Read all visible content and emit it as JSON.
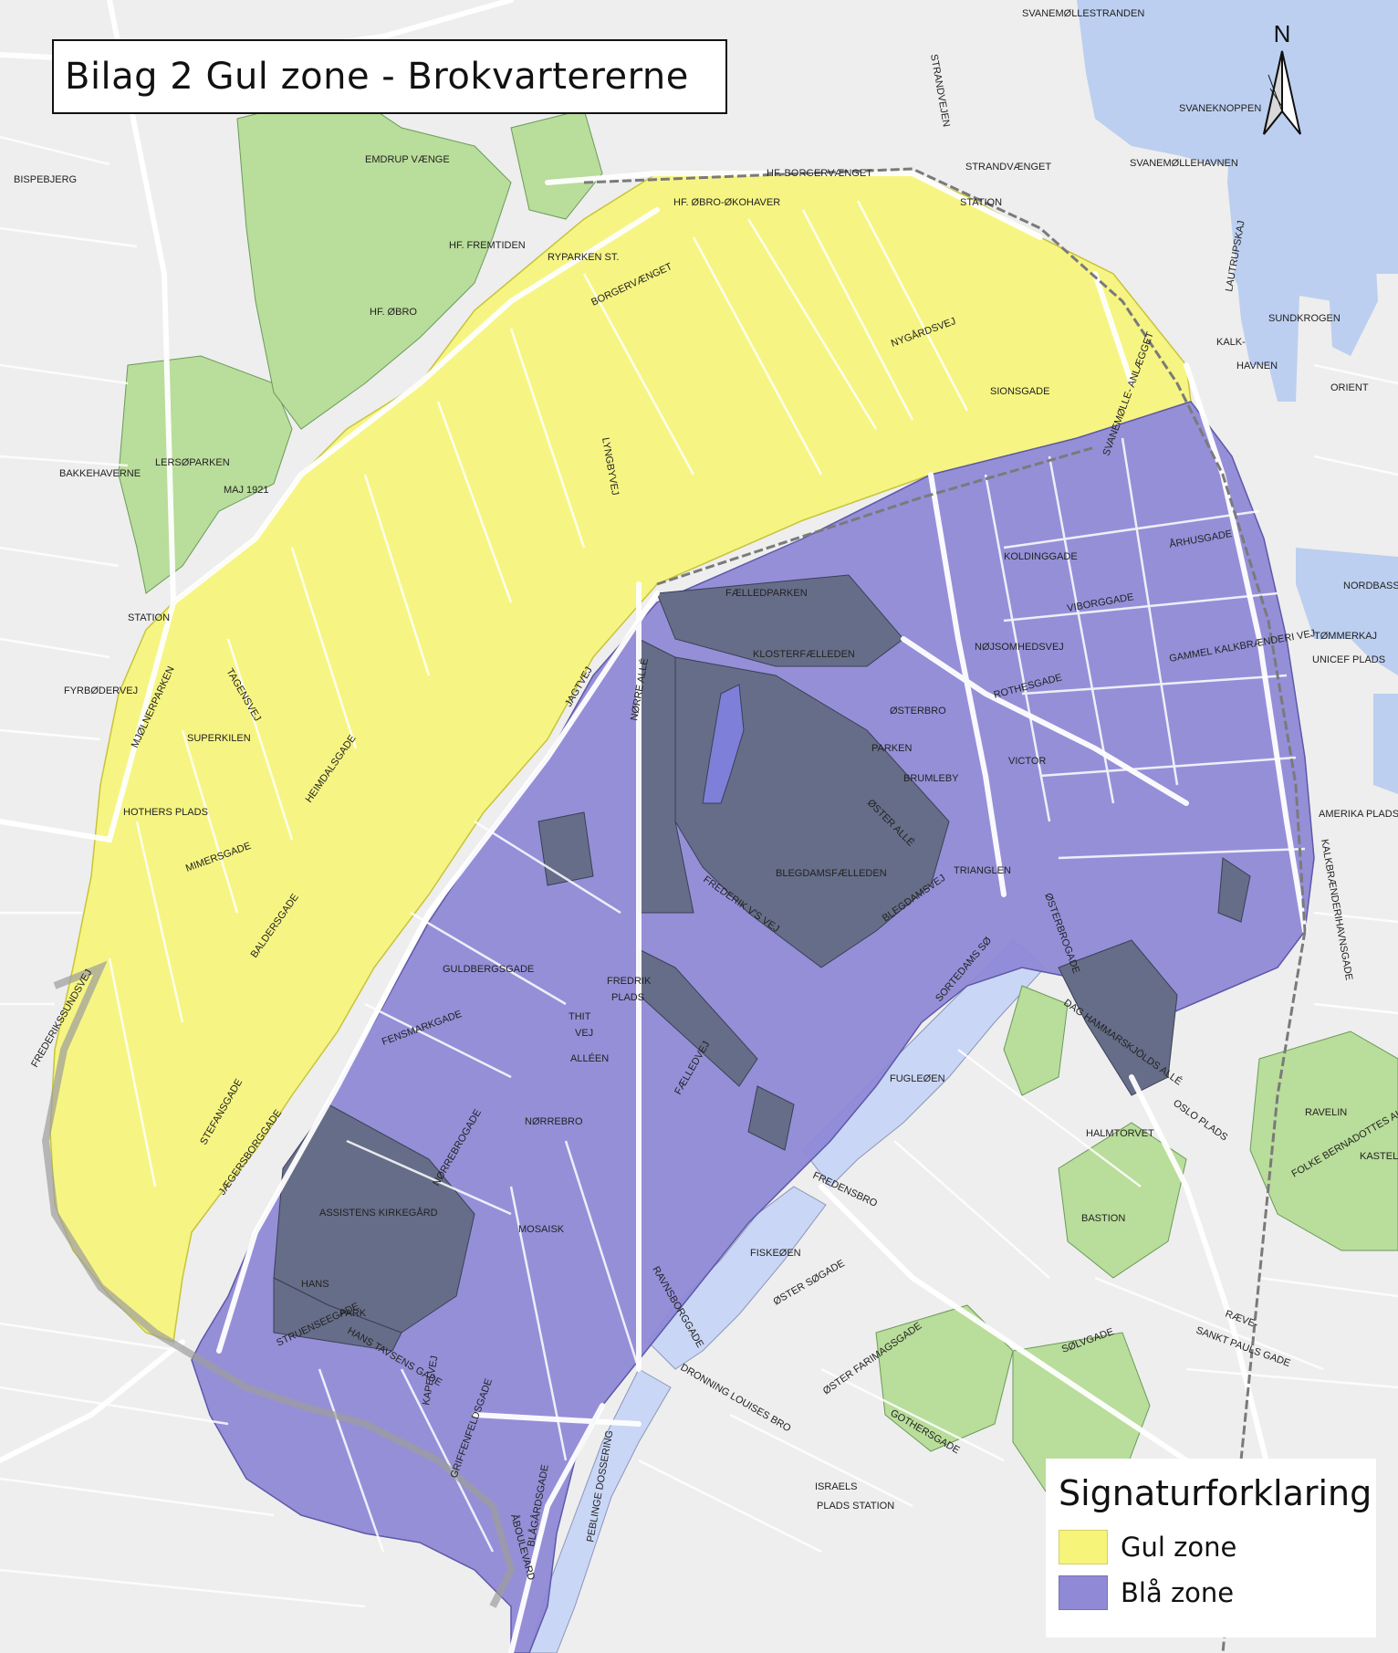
{
  "title": "Bilag 2 Gul zone - Brokvartererne",
  "north_label": "N",
  "colors": {
    "yellow_zone": "#f6f57a",
    "blue_zone": "#8f89d6",
    "green_space": "#b9dd9a",
    "water": "#bccff0",
    "road": "#ffffff",
    "block": "#666d88"
  },
  "legend": {
    "title": "Signaturforklaring",
    "items": [
      {
        "label": "Gul zone",
        "color": "#f6f57a"
      },
      {
        "label": "Blå zone",
        "color": "#8f89d6"
      }
    ]
  },
  "places": [
    "LERSØPARKEN",
    "MAJ 1921",
    "BAKKEHAVERNE",
    "BISPEBJERG",
    "EMDRUP VÆNGE",
    "HF. ØBRO-ØKOHAVER",
    "HF. ØBRO",
    "HF. FREMTIDEN",
    "HF. BORGERVÆNGET",
    "SVANEMØLLEHAVNEN",
    "SVANEKNOPPEN",
    "SUNDKROGEN",
    "KALK-",
    "HAVNEN",
    "SUPERKILEN",
    "FÆLLEDPARKEN",
    "KLOSTERFÆLLEDEN",
    "BLEGDAMSFÆLLEDEN",
    "ØSTERBRO",
    "PARKEN",
    "BRUMLEBY",
    "TRIANGLEN",
    "VICTOR",
    "ASSISTENS KIRKEGÅRD",
    "HANS",
    "PARK",
    "FUGLEØEN",
    "FISKEØEN",
    "BASTION",
    "KASTEL",
    "RAVELIN",
    "NØRREBRO",
    "MOSAISK",
    "THIT",
    "VEJ",
    "ALLÉEN",
    "FREDRIK",
    "PLADS",
    "SORTEDAMS SØ",
    "HOTHERS PLADS",
    "STATION",
    "AMERIKA PLADS",
    "NORDBASS",
    "TØMMERKAJ",
    "UNICEF PLADS",
    "ORIENT"
  ],
  "streets": [
    "TAGENSVEJ",
    "NØRRE ALLÉ",
    "JAGTVEJ",
    "ØSTER ALLÉ",
    "STRANDVEJEN",
    "LYNGBYVEJ",
    "NØRREBROGADE",
    "ÅBOULEVARD",
    "ØSTERBROGADE",
    "DAG HAMMARSKJÖLDS ALLÉ",
    "OSLO PLADS",
    "BORGERVÆNGET",
    "RYPARKEN ST.",
    "SIONSGADE",
    "NYGÅRDSVEJ",
    "FREDERIK V'S VEJ",
    "BLEGDAMSVEJ",
    "FÆLLEDVEJ",
    "GULDBERGSGADE",
    "RAVNSBORGGADE",
    "DRONNING LOUISES BRO",
    "FREDENSBRO",
    "ØSTER SØGADE",
    "ØSTER FARIMAGSGADE",
    "SØLVGADE",
    "GOTHERSGADE",
    "RÆVE-",
    "SANKT PAULS GADE",
    "STRANDVÆNGET",
    "SVANEMØLLESTRANDEN",
    "LAUTRUPSKAJ",
    "KALKBRÆNDERIHAVNSGADE",
    "ÅRHUSGADE",
    "KOLDINGGADE",
    "VIBORGGADE",
    "ROTHESGADE",
    "NØJSOMHEDSVEJ",
    "GAMMEL KALKBRÆNDERI VEJ",
    "FREDERIKSSUNDSVEJ",
    "FYRBØDERVEJ",
    "MJØLNERPARKEN",
    "HALMTORVET",
    "JÆGERSBORGGADE",
    "STEFANSGADE",
    "BALDERSGADE",
    "MIMERSGADE",
    "HEIMDALSGADE",
    "FENSMARKGADE",
    "HANS TAVSENS GADE",
    "STRUENSEEGADE",
    "KAPELVEJ",
    "GRIFFENFELDSGADE",
    "BLÅGÅRDSGADE",
    "PEBLINGE DOSSERING",
    "ISRAELS",
    "PLADS STATION",
    "FOLKE BERNADOTTES ALLÉ",
    "SVANEMØLLE- ANLÆGGET",
    "STATION"
  ]
}
